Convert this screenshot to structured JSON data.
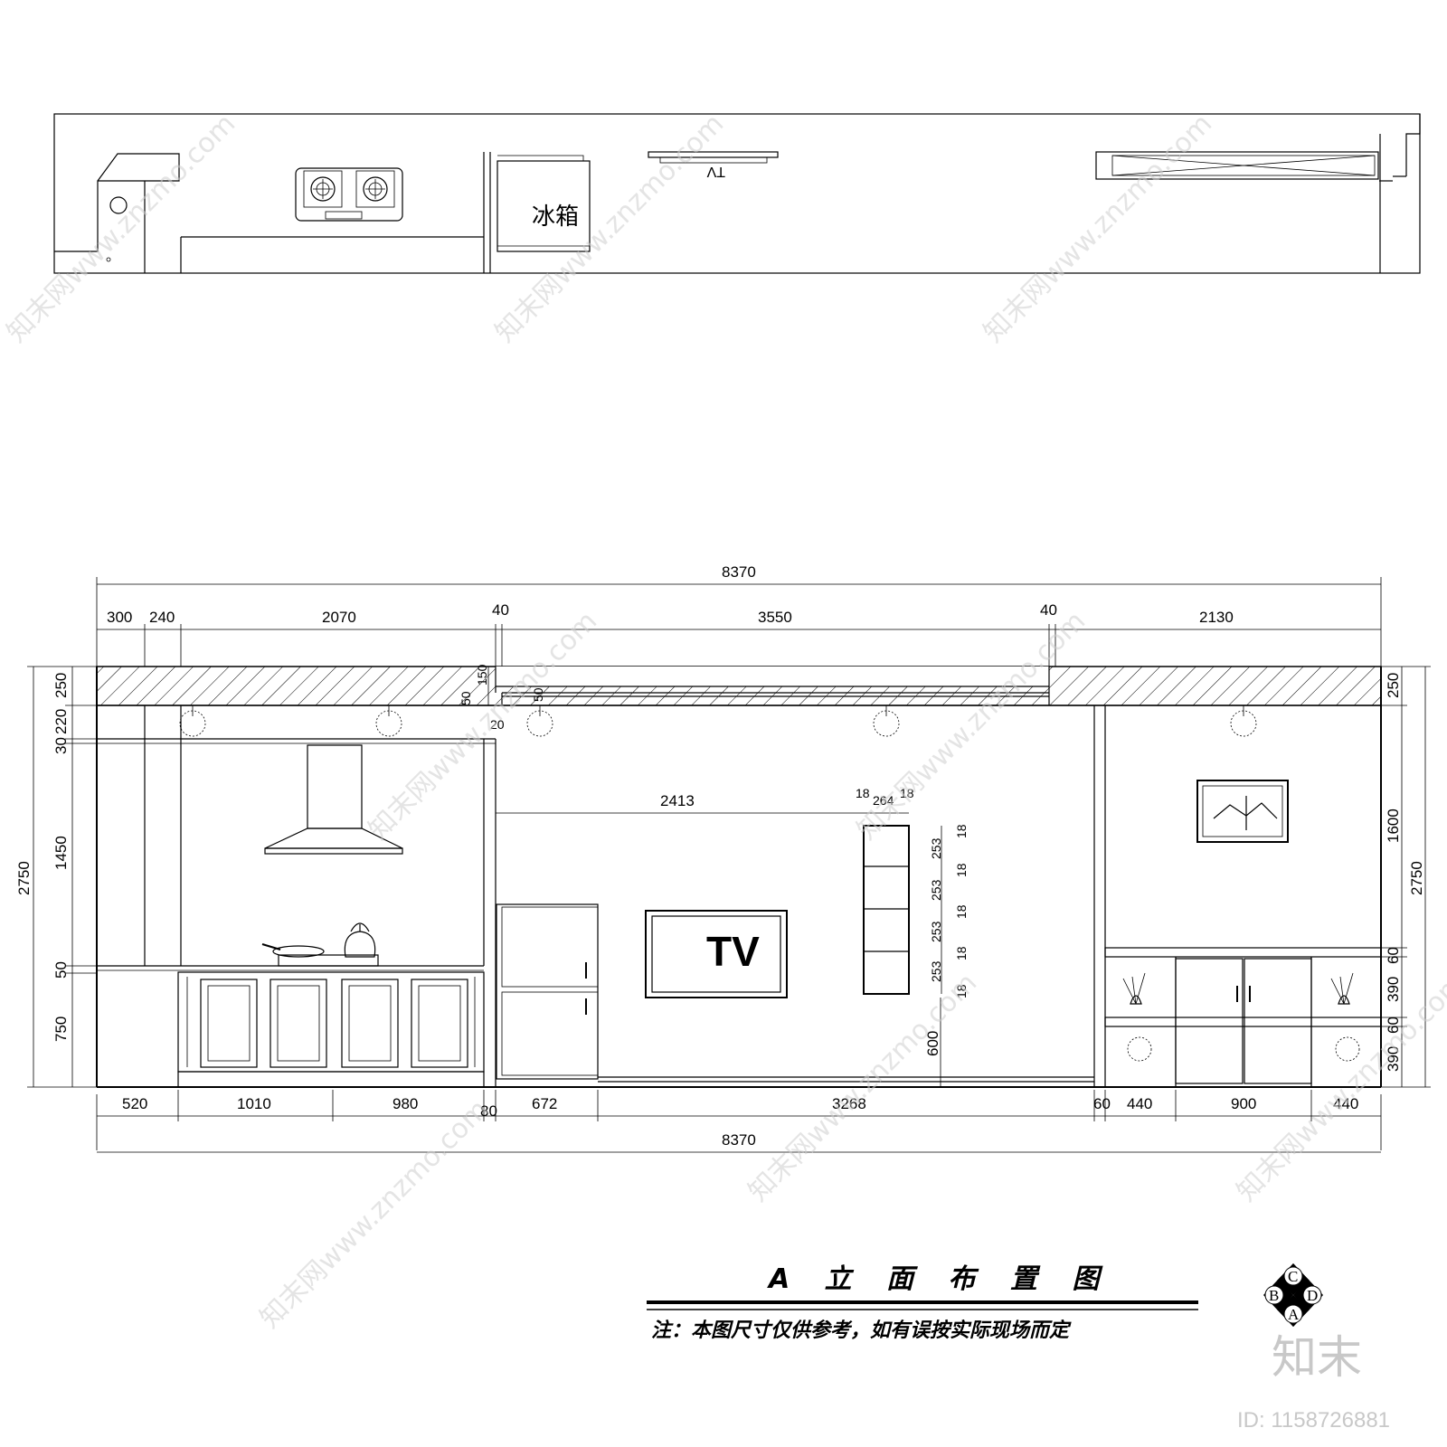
{
  "plan": {
    "fridge_label": "冰箱",
    "tv_label": "TV"
  },
  "elevation": {
    "top_total": "8370",
    "top_segments": [
      "300",
      "240",
      "2070",
      "40",
      "3550",
      "40",
      "2130"
    ],
    "bottom_segments": [
      "520",
      "1010",
      "980",
      "80",
      "672",
      "3268",
      "60",
      "440",
      "900",
      "440"
    ],
    "bottom_total": "8370",
    "left_heights": [
      "250",
      "220",
      "30",
      "1450",
      "50",
      "750"
    ],
    "left_total": "2750",
    "right_heights": [
      "250",
      "1600",
      "60",
      "390",
      "60",
      "390"
    ],
    "right_total": "2750",
    "ceiling_dims": [
      "150",
      "50",
      "50",
      "20"
    ],
    "tv_label": "TV",
    "tv_width": "2413",
    "tv_height": "600",
    "shelf_widths": [
      "18",
      "264",
      "18"
    ],
    "shelf_heights": [
      "18",
      "253",
      "18",
      "253",
      "18",
      "253",
      "18",
      "253",
      "18"
    ]
  },
  "title": "A 立 面 布 置 图",
  "note": "注：本图尺寸仅供参考，如有误按实际现场而定",
  "compass_letters": [
    "C",
    "B",
    "D",
    "A"
  ],
  "brand": "知末",
  "image_id": "ID: 1158726881",
  "watermark": "知末网www.znzmo.com"
}
